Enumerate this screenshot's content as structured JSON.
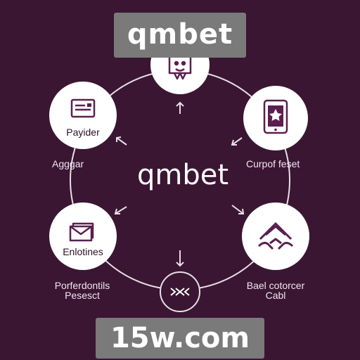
{
  "top_banner": "qmbet",
  "center_title": "qmbet",
  "bottom_banner": "15w.com",
  "nodes": {
    "payider": "Payider",
    "enlotines": "Enlotines"
  },
  "outer_labels": {
    "agggar": "Agggar",
    "curpof_feset": "Curpof feset",
    "perferdontils_line1": "Porferdontils",
    "perferdontils_line2": "Pesesct",
    "bael_line1": "Bael cotorcer",
    "bael_line2": "Cabl"
  },
  "colors": {
    "background": "#3a1633",
    "node_fill": "#ffffff",
    "ring": "#e8dfe6",
    "icon": "#5a1f4f",
    "banner": "#7a7a7a"
  },
  "icons": [
    "puppet-bag-icon",
    "phone-star-icon",
    "card-icon",
    "envelope-icon",
    "house-hands-icon",
    "arrows-icon"
  ]
}
